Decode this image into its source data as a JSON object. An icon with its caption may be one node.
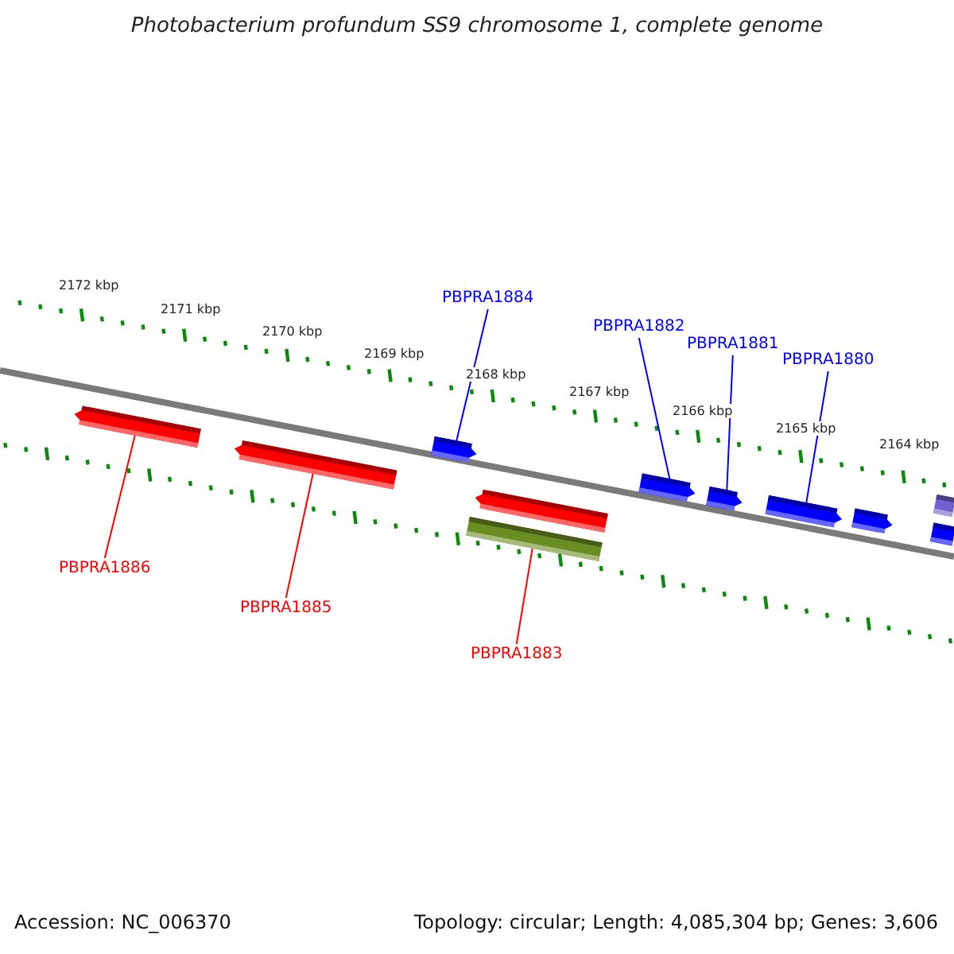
{
  "diagram": {
    "title": "Photobacterium profundum SS9 chromosome 1, complete genome",
    "nodes": [
      {
        "text": [
          "PBPRA1884"
        ]
      },
      {
        "text": [
          "PBPRA1882"
        ]
      },
      {
        "text": [
          "PBPRA1881"
        ]
      },
      {
        "text": [
          "PBPRA1880"
        ]
      },
      {
        "text": [
          "PBPRA1886"
        ]
      },
      {
        "text": [
          "PBPRA1885"
        ]
      },
      {
        "text": [
          "PBPRA1883"
        ]
      },
      {
        "text": [],
        "shape": "arrow"
      },
      {
        "text": [],
        "shape": "arrow"
      },
      {
        "text": [],
        "shape": "arrow"
      },
      {
        "text": [],
        "shape": "bar"
      },
      {
        "text": [],
        "shape": "arrow"
      },
      {
        "text": [],
        "shape": "arrow"
      },
      {
        "text": [],
        "shape": "arrow"
      },
      {
        "text": [],
        "shape": "arrow"
      },
      {
        "text": [],
        "shape": "arrow"
      },
      {
        "text": [],
        "shape": "arrow"
      },
      {
        "text": [],
        "shape": "arrow"
      }
    ],
    "edges": [
      {
        "from": 0,
        "to": 9,
        "arrow": "none",
        "color": "#0000ff"
      },
      {
        "from": 1,
        "to": 12,
        "arrow": "none",
        "color": "#0000ff"
      },
      {
        "from": 2,
        "to": 13,
        "arrow": "none",
        "color": "#0000ff"
      },
      {
        "from": 3,
        "to": 14,
        "arrow": "none",
        "color": "#0000ff"
      },
      {
        "from": 4,
        "to": 7,
        "arrow": "none",
        "color": "#ff0000"
      },
      {
        "from": 5,
        "to": 8,
        "arrow": "none",
        "color": "#ff0000"
      },
      {
        "from": 6,
        "to": 10,
        "arrow": "none",
        "color": "#ff0000"
      }
    ],
    "labels": [
      "2172 kbp",
      "2171 kbp",
      "2170 kbp",
      "2169 kbp",
      "2168 kbp",
      "2167 kbp",
      "2166 kbp",
      "2165 kbp",
      "2164 kbp",
      "Accession: NC_006370",
      "Topology: circular; Length: 4,085,304 bp; Genes: 3,606"
    ]
  }
}
